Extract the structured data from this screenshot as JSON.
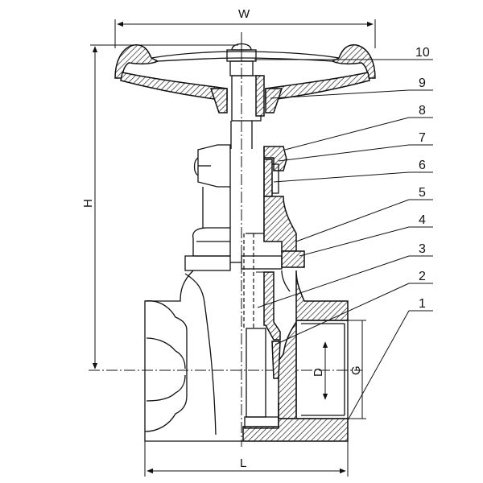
{
  "dimensions": {
    "width_label": "W",
    "height_label": "H",
    "length_label": "L",
    "bore_label": "D",
    "thread_label": "G"
  },
  "callouts": [
    "10",
    "9",
    "8",
    "7",
    "6",
    "5",
    "4",
    "3",
    "2",
    "1"
  ]
}
